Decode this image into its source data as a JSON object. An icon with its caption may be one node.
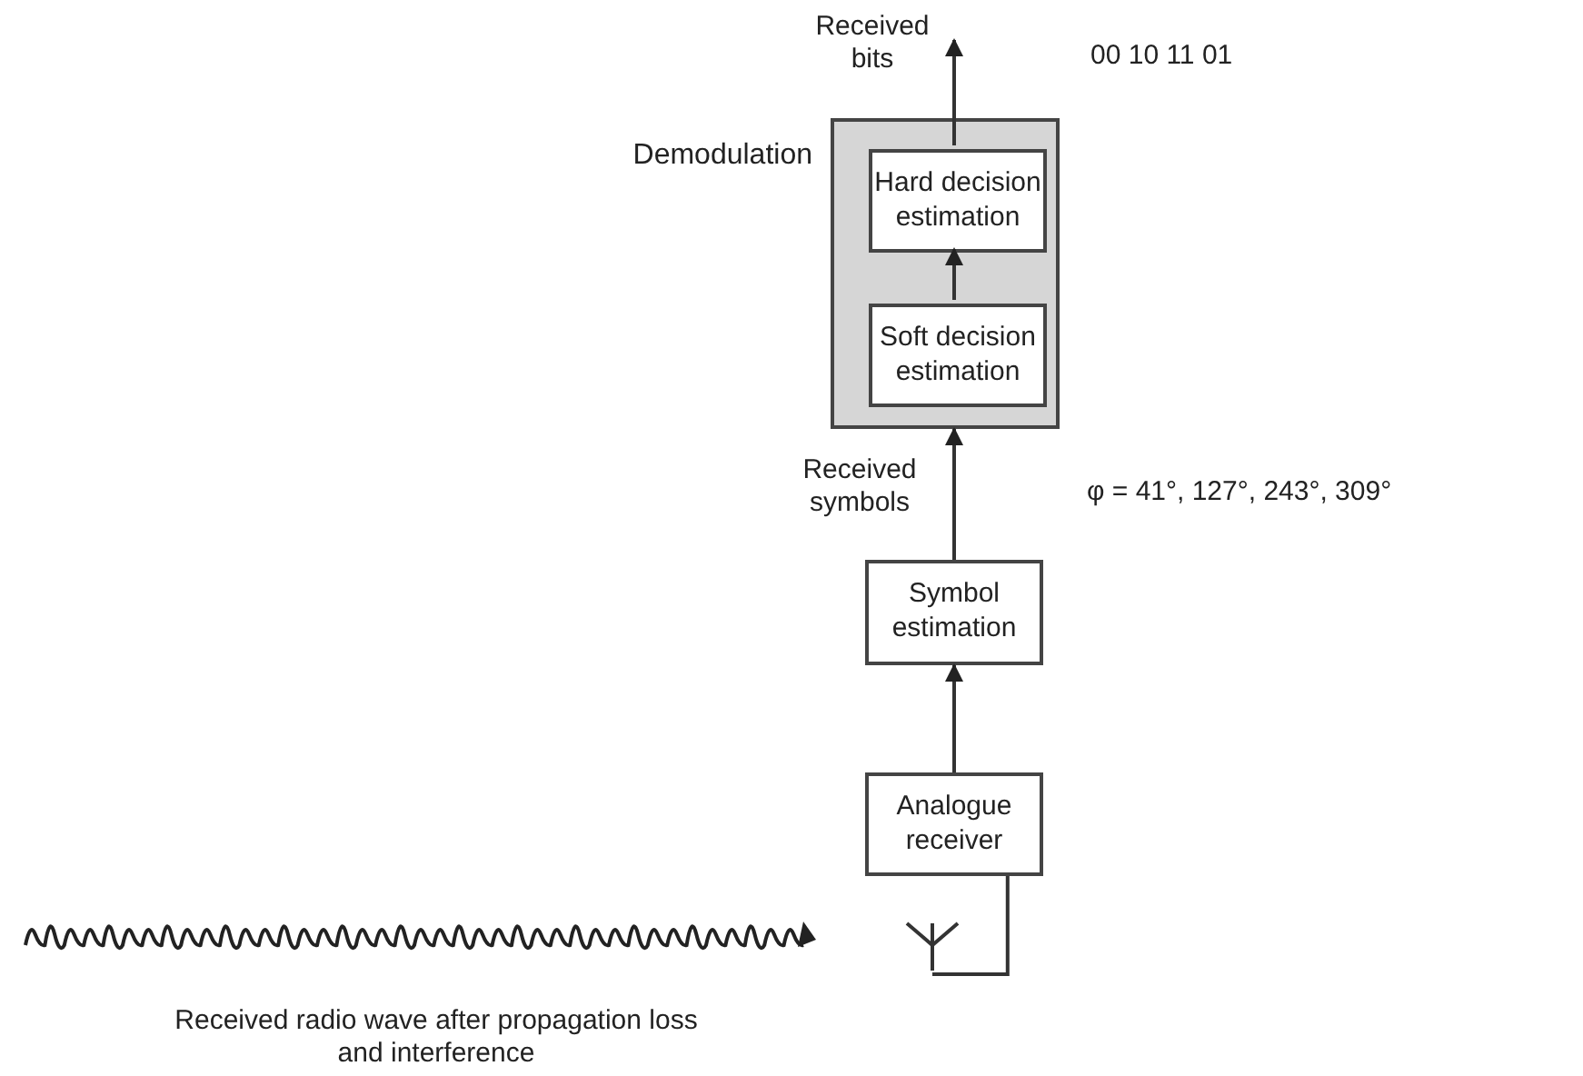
{
  "diagram": {
    "nodes": [
      {
        "text": [
          "Demodulation"
        ]
      },
      {
        "text": [
          "Hard decision estimation"
        ],
        "in": 0
      },
      {
        "text": [
          "Soft decision estimation"
        ],
        "in": 0
      },
      {
        "text": [
          "Symbol estimation"
        ]
      },
      {
        "text": [
          "Analogue receiver"
        ]
      },
      {
        "text": [],
        "shape": "antenna"
      }
    ],
    "edges": [
      {
        "from": 5,
        "to": 4,
        "arrow": "none"
      },
      {
        "from": 4,
        "to": 3,
        "arrow": "to"
      },
      {
        "from": 3,
        "to": 0,
        "arrow": "to",
        "label": "Received symbols"
      },
      {
        "from": 2,
        "to": 1,
        "arrow": "to"
      },
      {
        "from": 1,
        "to": null,
        "arrow": "to",
        "label": "Received bits"
      }
    ],
    "labels": [
      "00 10 11 01",
      "φ = 41°, 127°, 243°, 309°",
      "Received radio wave after propagation loss and interference"
    ]
  }
}
